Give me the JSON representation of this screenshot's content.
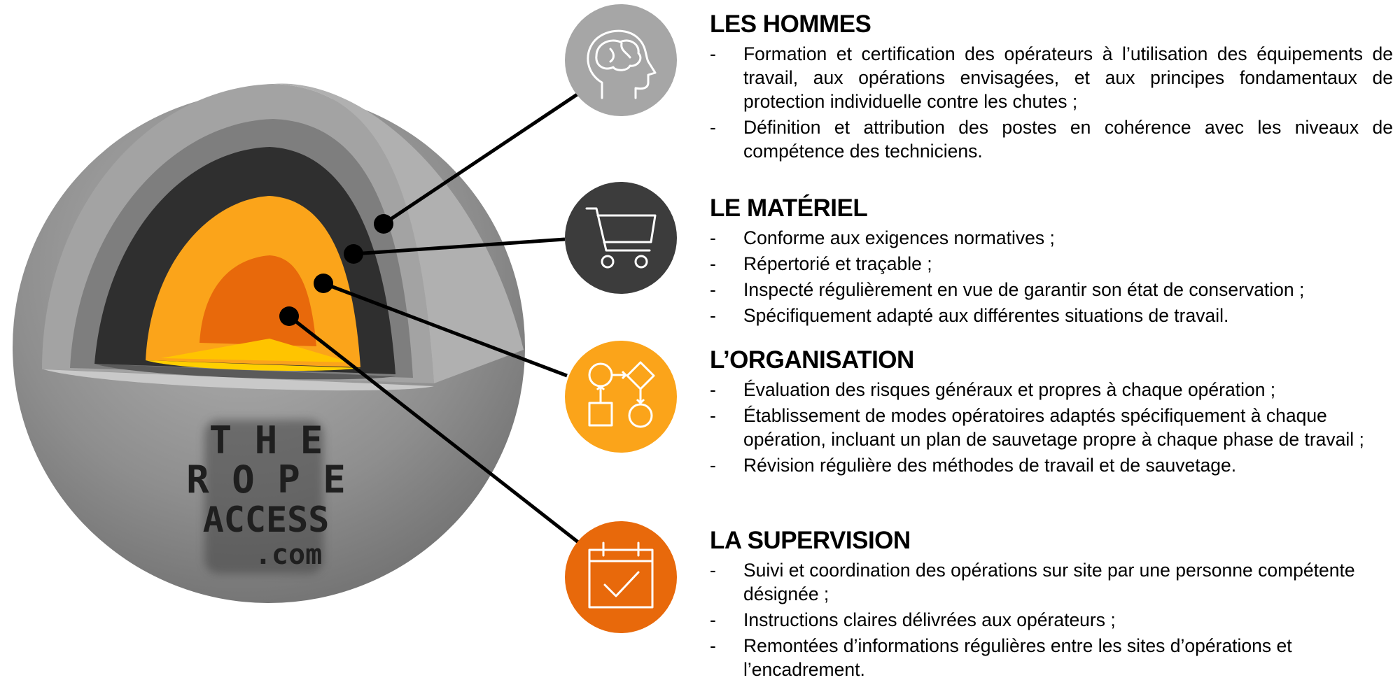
{
  "logo": {
    "line1": "T H E",
    "line2": "R O P E",
    "line3": "ACCESS",
    "line4": ".com"
  },
  "icons": {
    "hommes": "head-brain-icon",
    "materiel": "shopping-cart-icon",
    "organisation": "flowchart-icon",
    "supervision": "calendar-check-icon"
  },
  "colors": {
    "light_gray": "#a6a6a6",
    "dark_gray": "#3c3c3c",
    "yellow_orange": "#fba41a",
    "orange": "#e8690b"
  },
  "sections": [
    {
      "title": "LES HOMMES",
      "items": [
        "Formation et certification des opérateurs à l’utilisation des équipements de travail, aux opérations envisagées, et aux principes fondamentaux de protection individuelle contre les chutes ;",
        "Définition et attribution des postes en cohérence avec les niveaux de compétence des techniciens."
      ]
    },
    {
      "title": "LE MATÉRIEL",
      "items": [
        "Conforme aux exigences normatives ;",
        "Répertorié et traçable ;",
        "Inspecté régulièrement en vue de garantir son état de conservation ;",
        "Spécifiquement adapté aux différentes situations de travail."
      ]
    },
    {
      "title": "L’ORGANISATION",
      "items": [
        "Évaluation des risques généraux et propres à chaque opération ;",
        "Établissement de modes opératoires adaptés spécifiquement à chaque opération, incluant un plan de sauvetage propre à chaque phase de travail ;",
        "Révision régulière des méthodes de travail et de sauvetage."
      ]
    },
    {
      "title": "LA SUPERVISION",
      "items": [
        "Suivi et coordination des opérations sur site par une personne compétente désignée ;",
        "Instructions claires délivrées aux opérateurs ;",
        "Remontées d’informations régulières entre les sites d’opérations et l’encadrement."
      ]
    }
  ],
  "dash": "-"
}
